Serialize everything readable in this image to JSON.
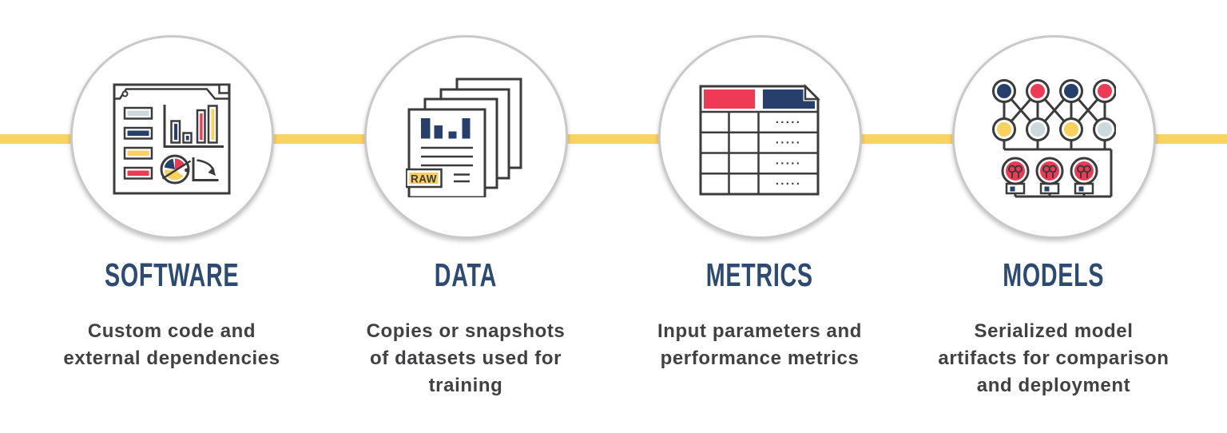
{
  "page": {
    "background_color": "#ffffff",
    "timeline_color": "#F8D463"
  },
  "colors": {
    "navy": "#27406B",
    "red": "#EE3A55",
    "yellow": "#FAD15C",
    "blue_gray": "#CCD9DD",
    "icon_outline": "#3B3B3B",
    "title_navy": "#2C4A72",
    "description_gray": "#414042",
    "circle_border": "#C9C9C9"
  },
  "stages": [
    {
      "title": "SOFTWARE",
      "icon": "software-window-icon",
      "desc_lines": [
        "Custom code and",
        "external dependencies"
      ]
    },
    {
      "title": "DATA",
      "icon": "raw-documents-icon",
      "icon_label": "RAW",
      "desc_lines": [
        "Copies or snapshots",
        "of datasets used for",
        "training"
      ]
    },
    {
      "title": "METRICS",
      "icon": "metrics-table-icon",
      "icon_dots": "·····",
      "desc_lines": [
        "Input parameters and",
        "performance metrics"
      ]
    },
    {
      "title": "MODELS",
      "icon": "neural-network-icon",
      "desc_lines": [
        "Serialized model",
        "artifacts for comparison",
        "and deployment"
      ]
    }
  ]
}
